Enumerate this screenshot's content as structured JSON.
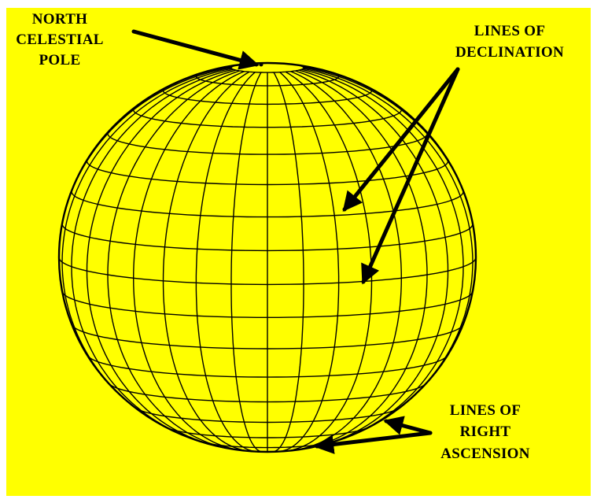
{
  "colors": {
    "background": "#ffff00",
    "line": "#000000"
  },
  "labels": {
    "north_pole": [
      "NORTH",
      "CELESTIAL",
      "POLE"
    ],
    "declination": [
      "LINES OF",
      "DECLINATION"
    ],
    "right_ascension": [
      "LINES OF",
      "RIGHT",
      "ASCENSION"
    ]
  }
}
